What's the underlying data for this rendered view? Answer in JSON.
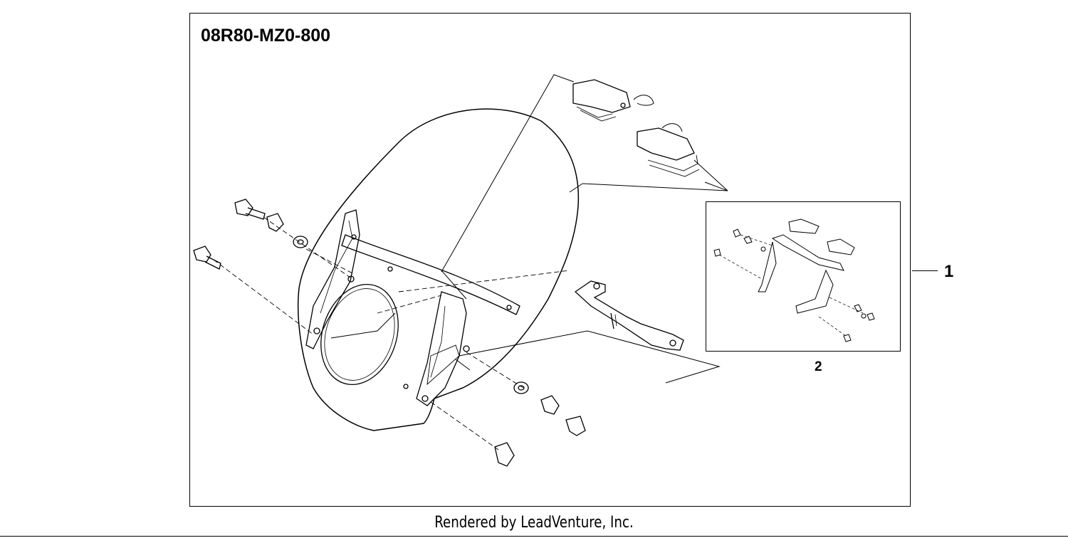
{
  "diagram": {
    "part_number": "08R80-MZ0-800",
    "callouts": [
      "1",
      "2"
    ]
  },
  "footer": {
    "credit": "Rendered by LeadVenture, Inc."
  },
  "colors": {
    "line": "#000000",
    "background": "#ffffff"
  }
}
